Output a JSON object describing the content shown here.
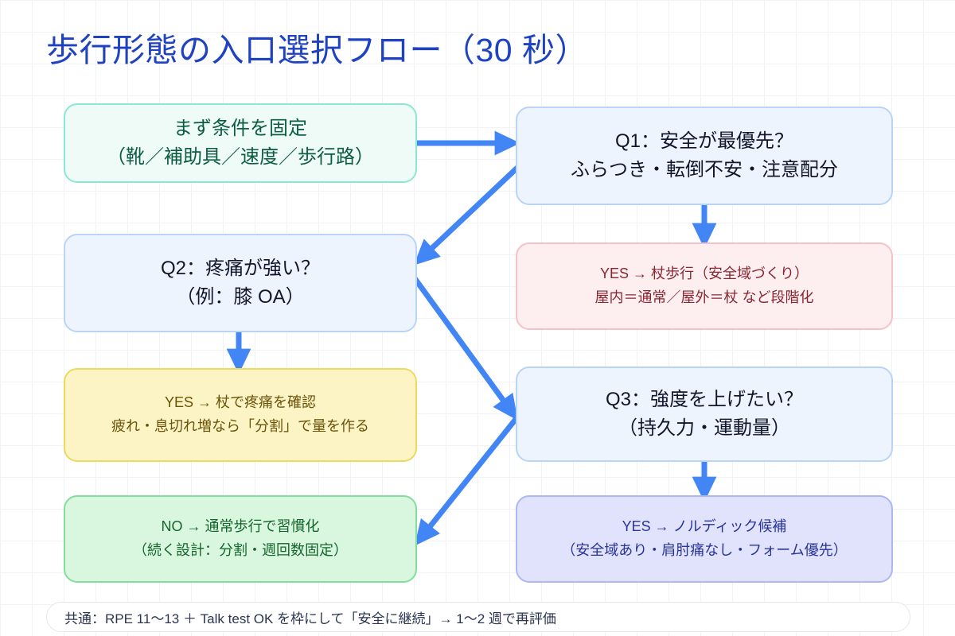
{
  "title": "歩行形態の入口選択フロー（30 秒）",
  "theme": {
    "title_color": "#1f42c0",
    "arrow_color": "#4285f4",
    "background": "#ffffff",
    "grid_color": "#f1f2f6"
  },
  "nodes": [
    {
      "id": "start",
      "name": "node-fix-conditions",
      "line1": "まず条件を固定",
      "line2": "（靴／補助具／速度／歩行路）",
      "fill": "#eefbf6",
      "border": "#8ce8d2",
      "text_color": "#0c5c43",
      "size": "big"
    },
    {
      "id": "q1",
      "name": "node-q1-safety",
      "line1": "Q1：安全が最優先？",
      "line2": "ふらつき・転倒不安・注意配分",
      "fill": "#eef4fd",
      "border": "#b9d5f6",
      "text_color": "#10172a",
      "size": "big"
    },
    {
      "id": "q1yes",
      "name": "node-q1-yes-cane",
      "line1": "YES → 杖歩行（安全域づくり）",
      "line2": "屋内＝通常／屋外＝杖 など段階化",
      "fill": "#fdeef0",
      "border": "#f4c3c9",
      "text_color": "#8a2630",
      "size": "small"
    },
    {
      "id": "q2",
      "name": "node-q2-pain",
      "line1": "Q2：疼痛が強い？",
      "line2": "（例：膝 OA）",
      "fill": "#eef4fd",
      "border": "#b9d5f6",
      "text_color": "#10172a",
      "size": "big"
    },
    {
      "id": "q2yes",
      "name": "node-q2-yes-cane-pain",
      "line1": "YES → 杖で疼痛を確認",
      "line2": "疲れ・息切れ増なら「分割」で量を作る",
      "fill": "#fcf4c4",
      "border": "#ecd95f",
      "text_color": "#6b5209",
      "size": "small"
    },
    {
      "id": "q2no",
      "name": "node-q2-no-normal-walk",
      "line1": "NO → 通常歩行で習慣化",
      "line2": "（続く設計：分割・週回数固定）",
      "fill": "#d9f6df",
      "border": "#84dd9c",
      "text_color": "#14652c",
      "size": "small"
    },
    {
      "id": "q3",
      "name": "node-q3-intensity",
      "line1": "Q3：強度を上げたい？",
      "line2": "（持久力・運動量）",
      "fill": "#eef4fd",
      "border": "#b9d5f6",
      "text_color": "#10172a",
      "size": "big"
    },
    {
      "id": "q3yes",
      "name": "node-q3-yes-nordic",
      "line1": "YES → ノルディック候補",
      "line2": "（安全域あり・肩肘痛なし・フォーム優先）",
      "fill": "#e0e3fb",
      "border": "#aeb6f3",
      "text_color": "#28339b",
      "size": "small"
    }
  ],
  "edges": [
    {
      "name": "edge-start-to-q1",
      "from": "start",
      "to": "q1",
      "kind": "horizontal"
    },
    {
      "name": "edge-q1-to-q1yes",
      "from": "q1",
      "to": "q1yes",
      "kind": "vertical"
    },
    {
      "name": "edge-q1-to-q2",
      "from": "q1",
      "to": "q2",
      "kind": "diagonal-down-left"
    },
    {
      "name": "edge-q2-to-q2yes",
      "from": "q2",
      "to": "q2yes",
      "kind": "vertical"
    },
    {
      "name": "edge-q2-to-q3",
      "from": "q2",
      "to": "q3",
      "kind": "diagonal-down-right"
    },
    {
      "name": "edge-q3-to-q2no",
      "from": "q3",
      "to": "q2no",
      "kind": "diagonal-down-left"
    },
    {
      "name": "edge-q3-to-q3yes",
      "from": "q3",
      "to": "q3yes",
      "kind": "vertical"
    }
  ],
  "footer": {
    "text": "共通：RPE 11〜13 ＋ Talk test OK を枠にして「安全に継続」→ 1〜2 週で再評価"
  }
}
